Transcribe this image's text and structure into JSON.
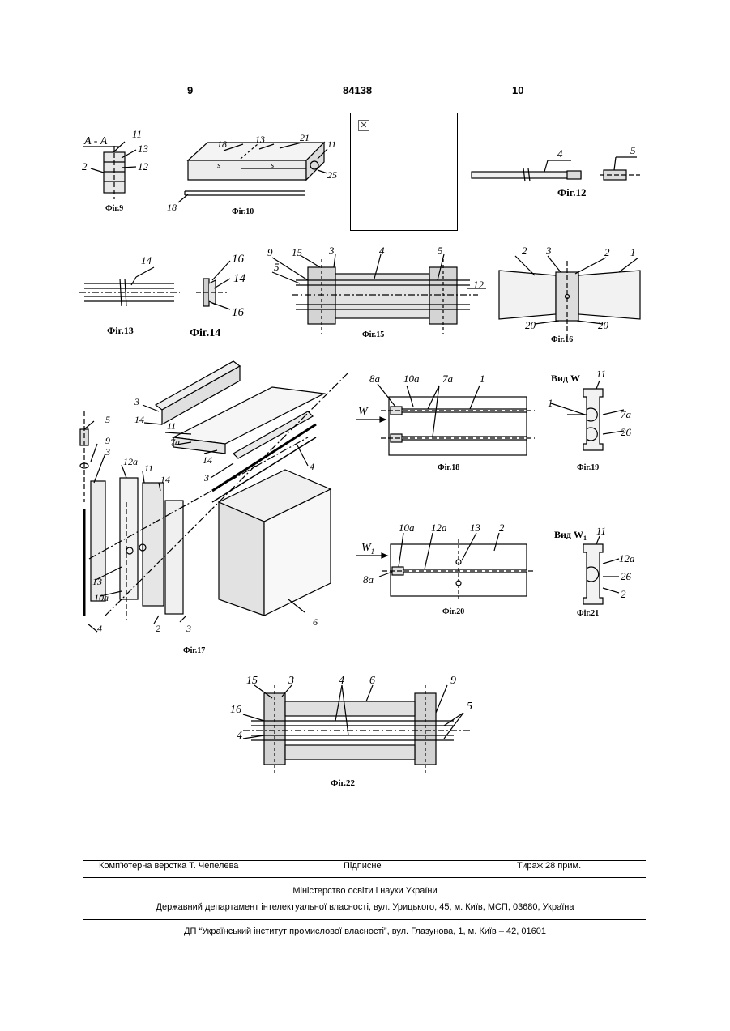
{
  "header": {
    "left_page": "9",
    "patent_no": "84138",
    "right_page": "10"
  },
  "section_label": "A - A",
  "view_w": "Вид W",
  "view_w1": "Вид W",
  "view_w1_sub": "1",
  "arrow_w": "W",
  "arrow_w1": "W",
  "arrow_w1_sub": "1",
  "dim_s": "s",
  "figures": {
    "f9": "Фiг.9",
    "f10": "Фiг.10",
    "f12": "Фiг.12",
    "f13": "Фiг.13",
    "f14": "Фiг.14",
    "f15": "Фiг.15",
    "f16": "Фiг.16",
    "f17": "Фiг.17",
    "f18": "Фiг.18",
    "f19": "Фiг.19",
    "f20": "Фiг.20",
    "f21": "Фiг.21",
    "f22": "Фiг.22"
  },
  "labels": {
    "n1": "1",
    "n2": "2",
    "n3": "3",
    "n4": "4",
    "n5": "5",
    "n6": "6",
    "n7a": "7a",
    "n8a": "8a",
    "n9": "9",
    "n10a": "10a",
    "n11": "11",
    "n12": "12",
    "n12a": "12a",
    "n13": "13",
    "n14": "14",
    "n15": "15",
    "n16": "16",
    "n18": "18",
    "n20": "20",
    "n21": "21",
    "n25": "25",
    "n26": "26"
  },
  "footer": {
    "typesetting": "Комп'ютерна верстка Т. Чепелева",
    "signed": "Підписне",
    "circulation": "Тираж 28 прим.",
    "ministry": "Міністерство освіти і науки України",
    "department": "Державний департамент інтелектуальної власності, вул. Урицького, 45, м. Київ, МСП, 03680, Україна",
    "institute": "ДП “Український інститут промислової власності”, вул. Глазунова, 1, м. Київ – 42, 01601"
  }
}
